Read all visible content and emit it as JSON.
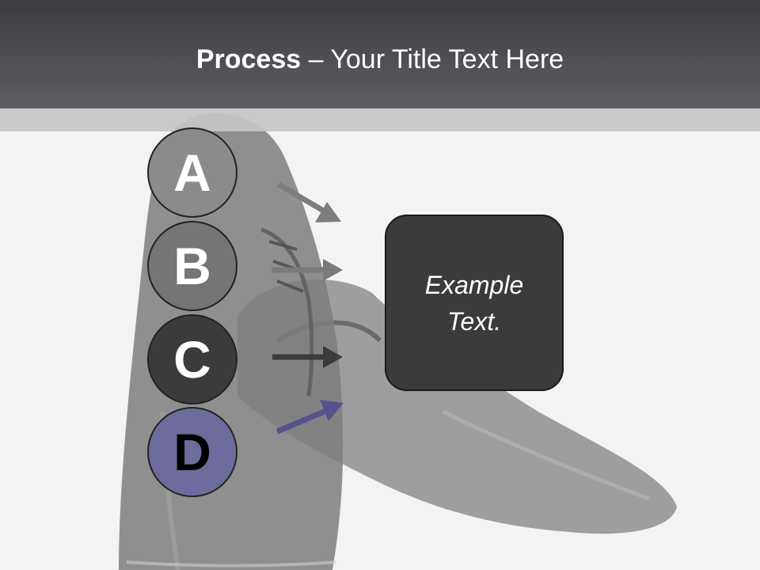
{
  "title": {
    "bold": "Process",
    "rest": " – Your Title Text Here"
  },
  "steps": [
    {
      "letter": "A",
      "color": "#8b8b8d"
    },
    {
      "letter": "B",
      "color": "#757577"
    },
    {
      "letter": "C",
      "color": "#3b3b3d"
    },
    {
      "letter": "D",
      "color": "#6e6c9c"
    }
  ],
  "arrow_colors": [
    "#7d7d7f",
    "#7a7a7c",
    "#3b3b3d",
    "#55528f"
  ],
  "result_box": {
    "text": "Example Text."
  },
  "background": {
    "image": "shoes-photo"
  }
}
